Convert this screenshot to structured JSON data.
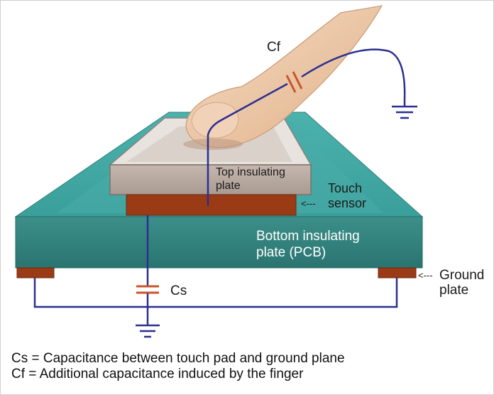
{
  "labels": {
    "cf": "Cf",
    "cs": "Cs",
    "top_plate_line1": "Top insulating",
    "top_plate_line2": "plate",
    "touch_sensor_line1": "Touch",
    "touch_sensor_arrow": "<---",
    "touch_sensor_line2": "sensor",
    "bottom_plate_line1": "Bottom insulating",
    "bottom_plate_line2": "plate (PCB)",
    "ground_plate_arrow": "<---",
    "ground_plate_line1": "Ground",
    "ground_plate_line2": "plate"
  },
  "legend": {
    "line1": "Cs = Capacitance between touch pad and ground plane",
    "line2": "Cf = Additional capacitance induced by the finger"
  },
  "colors": {
    "pcb_top": "#3aa6a2",
    "pcb_front": "#2f7f7b",
    "sensor": "#9a3b16",
    "wire": "#2b2f8f",
    "capacitor": "#c8552c",
    "finger": "#eac7a6",
    "glass": "#c9b8ae"
  }
}
